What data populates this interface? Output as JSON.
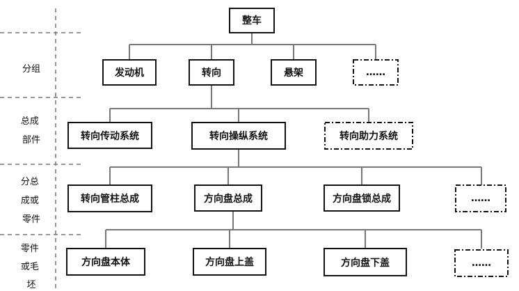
{
  "rows": [
    {
      "label_lines": [
        "分组"
      ]
    },
    {
      "label_lines": [
        "总成",
        "部件"
      ]
    },
    {
      "label_lines": [
        "分总",
        "成或",
        "零件"
      ]
    },
    {
      "label_lines": [
        "零件",
        "或毛",
        "坯"
      ]
    }
  ],
  "nodes": {
    "root": {
      "label": "整车"
    },
    "engine": {
      "label": "发动机"
    },
    "steering": {
      "label": "转向"
    },
    "suspension": {
      "label": "悬架"
    },
    "group_more": {
      "label": "……"
    },
    "steering_transmission": {
      "label": "转向传动系统"
    },
    "steering_control": {
      "label": "转向操纵系统"
    },
    "power_steering": {
      "label": "转向助力系统"
    },
    "steering_column": {
      "label": "转向管柱总成"
    },
    "steering_wheel": {
      "label": "方向盘总成"
    },
    "steering_wheel_lock": {
      "label": "方向盘锁总成"
    },
    "subassembly_more": {
      "label": "……"
    },
    "wheel_body": {
      "label": "方向盘本体"
    },
    "wheel_upper_cover": {
      "label": "方向盘上盖"
    },
    "wheel_lower_cover": {
      "label": "方向盘下盖"
    },
    "part_more": {
      "label": "……"
    }
  }
}
